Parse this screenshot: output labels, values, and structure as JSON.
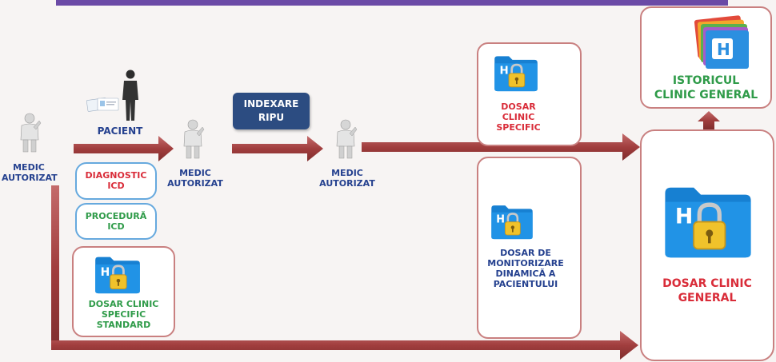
{
  "actors": {
    "medic_1": "MEDIC\nAUTORIZAT",
    "medic_2": "MEDIC\nAUTORIZAT",
    "medic_3": "MEDIC\nAUTORIZAT",
    "pacient": "PACIENT"
  },
  "process": {
    "indexare": "INDEXARE\nRIPU"
  },
  "codes": {
    "diagnostic": "DIAGNOSTIC\nICD",
    "procedura": "PROCEDURĂ\nICD"
  },
  "records": {
    "dosar_specific_standard": "DOSAR CLINIC\nSPECIFIC\nSTANDARD",
    "dosar_clinic_specific": "DOSAR\nCLINIC\nSPECIFIC",
    "dosar_monitorizare": "DOSAR DE\nMONITORIZARE\nDINAMICĂ A\nPACIENTULUI",
    "dosar_clinic_general": "DOSAR CLINIC\nGENERAL",
    "istoricul": "ISTORICUL\nCLINIC GENERAL"
  },
  "icons": [
    "person-icon",
    "doctor-icon",
    "folder-lock-icon",
    "stacked-folders-icon",
    "id-card-icon"
  ],
  "colors": {
    "navy": "#25418f",
    "red": "#d92c39",
    "green": "#2f9b49",
    "arrow": "#a64444",
    "folder": "#1b86d6",
    "lock": "#e5b51f"
  }
}
